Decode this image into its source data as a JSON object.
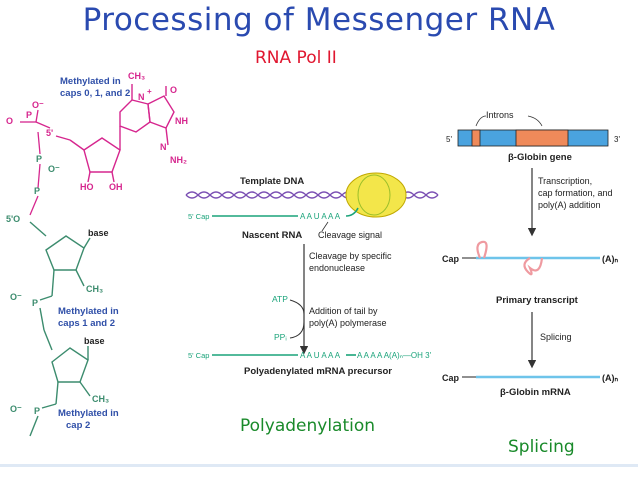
{
  "title": "Processing of Messenger RNA",
  "subtitle": "RNA Pol II",
  "structure": {
    "methyl_group": "CH₃",
    "n7_label": "N",
    "n7_sup": "+",
    "cap_note_line1": "Methylated in",
    "cap_note_line2": "caps 0, 1, and 2",
    "o_atom": "O",
    "o_minus": "O⁻",
    "p_atom": "P",
    "five_prime_inner": "5'",
    "five_prime_outer": "5'O",
    "nh": "NH",
    "nh2": "NH₂",
    "n_atom": "N",
    "ho": "HO",
    "oh": "OH",
    "base1": "base",
    "base2": "base",
    "ch3_2": "CH₃",
    "ch3_3": "CH₃",
    "methyl_note2_line1": "Methylated in",
    "methyl_note2_line2": "caps 1 and 2",
    "methyl_note3_line1": "Methylated in",
    "methyl_note3_line2": "cap 2"
  },
  "polyadenylation": {
    "template_dna": "Template DNA",
    "five_cap_1": "5' Cap",
    "signal_seq_1": "A A U A A A",
    "nascent_rna": "Nascent RNA",
    "cleavage_signal": "Cleavage signal",
    "step1_line1": "Cleavage by specific",
    "step1_line2": "endonuclease",
    "atp": "ATP",
    "ppi": "PPᵢ",
    "step2_line1": "Addition of tail by",
    "step2_line2": "poly(A) polymerase",
    "five_cap_2": "5' Cap",
    "signal_seq_2": "A A U A A A",
    "tail_seq": "A A A A A(A)ₙ—OH 3'",
    "precursor": "Polyadenylated mRNA precursor",
    "label": "Polyadenylation"
  },
  "splicing": {
    "introns": "Introns",
    "five_prime": "5'",
    "three_prime": "3'",
    "gene": "β-Globin gene",
    "step1_line1": "Transcription,",
    "step1_line2": "cap formation, and",
    "step1_line3": "poly(A) addition",
    "cap_1": "Cap",
    "polyA_1": "(A)ₙ",
    "primary": "Primary transcript",
    "step2": "Splicing",
    "cap_2": "Cap",
    "polyA_2": "(A)ₙ",
    "mrna": "β-Globin mRNA",
    "label": "Splicing"
  },
  "colors": {
    "title": "#2a4ab0",
    "red": "#e0162f",
    "magenta": "#d6268e",
    "structure": "#3c8c6e",
    "structure_blue": "#2f4fa8",
    "teal": "#1aa37a",
    "exon": "#4aa3df",
    "intron": "#ef8a5a",
    "green_label": "#198a2a"
  }
}
